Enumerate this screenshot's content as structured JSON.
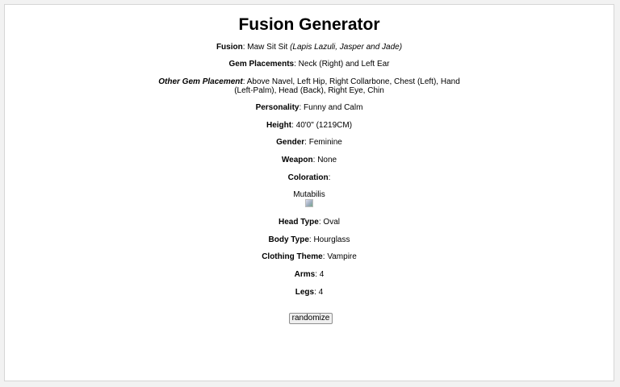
{
  "title": "Fusion Generator",
  "fields": {
    "fusion": {
      "label": "Fusion",
      "value": "Maw Sit Sit",
      "components": "(Lapis Lazuli, Jasper and Jade)"
    },
    "gem_placements": {
      "label": "Gem Placements",
      "value": "Neck (Right) and Left Ear"
    },
    "other_gem_placement": {
      "label": "Other Gem Placement",
      "value": "Above Navel, Left Hip, Right Collarbone, Chest (Left), Hand (Left-Palm), Head (Back), Right Eye, Chin"
    },
    "personality": {
      "label": "Personality",
      "value": "Funny and Calm"
    },
    "height": {
      "label": "Height",
      "value": "40'0\" (1219CM)"
    },
    "gender": {
      "label": "Gender",
      "value": "Feminine"
    },
    "weapon": {
      "label": "Weapon",
      "value": "None"
    },
    "coloration": {
      "label": "Coloration",
      "value": "Mutabilis"
    },
    "head_type": {
      "label": "Head Type",
      "value": "Oval"
    },
    "body_type": {
      "label": "Body Type",
      "value": "Hourglass"
    },
    "clothing_theme": {
      "label": "Clothing Theme",
      "value": "Vampire"
    },
    "arms": {
      "label": "Arms",
      "value": "4"
    },
    "legs": {
      "label": "Legs",
      "value": "4"
    }
  },
  "colon": ": ",
  "button": {
    "label": "randomize"
  }
}
